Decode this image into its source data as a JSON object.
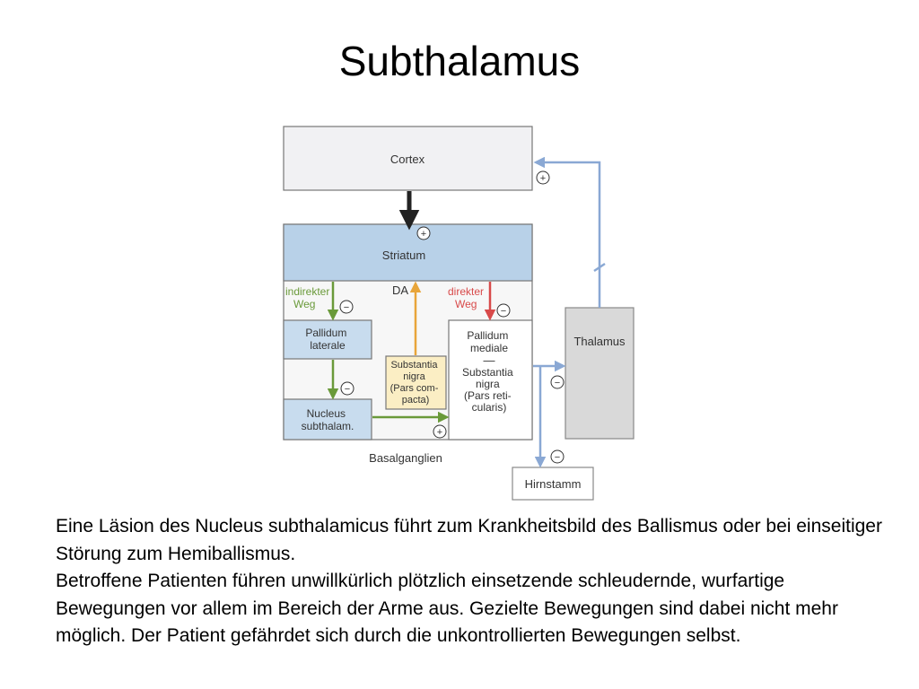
{
  "title": "Subthalamus",
  "colors": {
    "cortex_fill": "#f1f1f3",
    "striatum_fill": "#b8d1e8",
    "basal_fill": "#f7f7f7",
    "nucleus_fill": "#c8dcee",
    "sn_compacta_fill": "#fbeec4",
    "thalamus_fill": "#d9d9d9",
    "excitatory_black": "#222222",
    "thalamus_blue": "#8aa8d4",
    "indirect_green": "#6a9a3a",
    "direct_red": "#d84a4a",
    "dopamine_orange": "#e8a53a"
  },
  "diagram": {
    "cortex": "Cortex",
    "striatum": "Striatum",
    "da": "DA",
    "indirect": [
      "indirekter",
      "Weg"
    ],
    "direct": [
      "direkter",
      "Weg"
    ],
    "pallidum_laterale": [
      "Pallidum",
      "laterale"
    ],
    "nucleus_subthalam": [
      "Nucleus",
      "subthalam."
    ],
    "substantia_nigra_compacta": [
      "Substantia",
      "nigra",
      "(Pars com-",
      "pacta)"
    ],
    "pallidum_mediale": [
      "Pallidum",
      "mediale"
    ],
    "divider": "—",
    "substantia_nigra_reticularis": [
      "Substantia",
      "nigra",
      "(Pars reti-",
      "cularis)"
    ],
    "thalamus": "Thalamus",
    "hirnstamm": "Hirnstamm",
    "basalganglien": "Basalganglien",
    "sign_plus": "+",
    "sign_minus": "−"
  },
  "text": {
    "p1": "Eine Läsion des Nucleus subthalamicus führt zum Krankheitsbild des Ballismus oder bei einseitiger Störung zum Hemiballismus.",
    "p2": "Betroffene Patienten führen unwillkürlich plötzlich einsetzende schleudernde, wurfartige Bewegungen vor allem im Bereich der Arme aus. Gezielte Bewegungen sind dabei nicht mehr möglich. Der Patient gefährdet sich durch die unkontrollierten Bewegungen selbst."
  }
}
